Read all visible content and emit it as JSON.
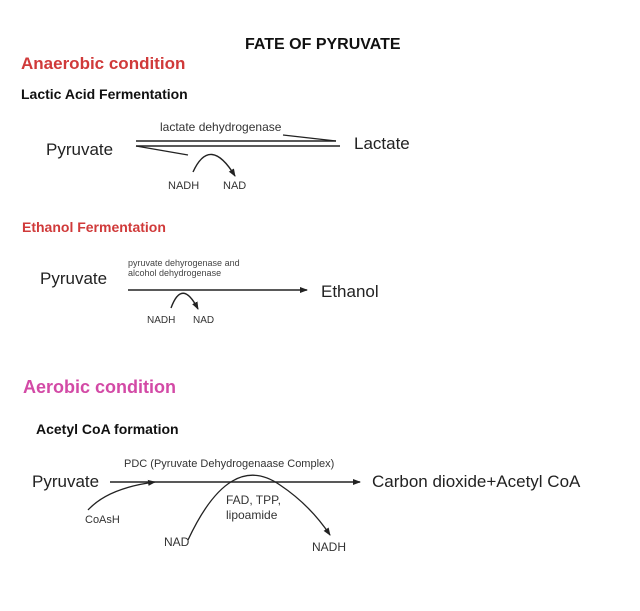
{
  "title": "FATE OF PYRUVATE",
  "colors": {
    "anaerobic": "#d03a3a",
    "aerobic": "#d34aa6",
    "text": "#222222"
  },
  "anaerobic": {
    "heading": "Anaerobic condition",
    "lactic": {
      "heading": "Lactic Acid Fermentation",
      "substrate": "Pyruvate",
      "product": "Lactate",
      "enzyme": "lactate dehydrogenase",
      "cofactor_in": "NADH",
      "cofactor_out": "NAD",
      "arrow_type": "reversible-equilibrium"
    },
    "ethanol": {
      "heading": "Ethanol Fermentation",
      "substrate": "Pyruvate",
      "product": "Ethanol",
      "enzyme_line1": "pyruvate dehyrogenase and",
      "enzyme_line2": "alcohol dehydrogenase",
      "cofactor_in": "NADH",
      "cofactor_out": "NAD",
      "arrow_type": "forward"
    }
  },
  "aerobic": {
    "heading": "Aerobic condition",
    "acetyl": {
      "heading": "Acetyl CoA formation",
      "substrate": "Pyruvate",
      "product": "Carbon dioxide+Acetyl CoA",
      "enzyme": "PDC (Pyruvate Dehydrogenaase Complex)",
      "coenzyme_in": "CoAsH",
      "cofactors_line1": "FAD, TPP,",
      "cofactors_line2": "lipoamide",
      "cofactor_in": "NAD",
      "cofactor_out": "NADH",
      "arrow_type": "forward"
    }
  }
}
